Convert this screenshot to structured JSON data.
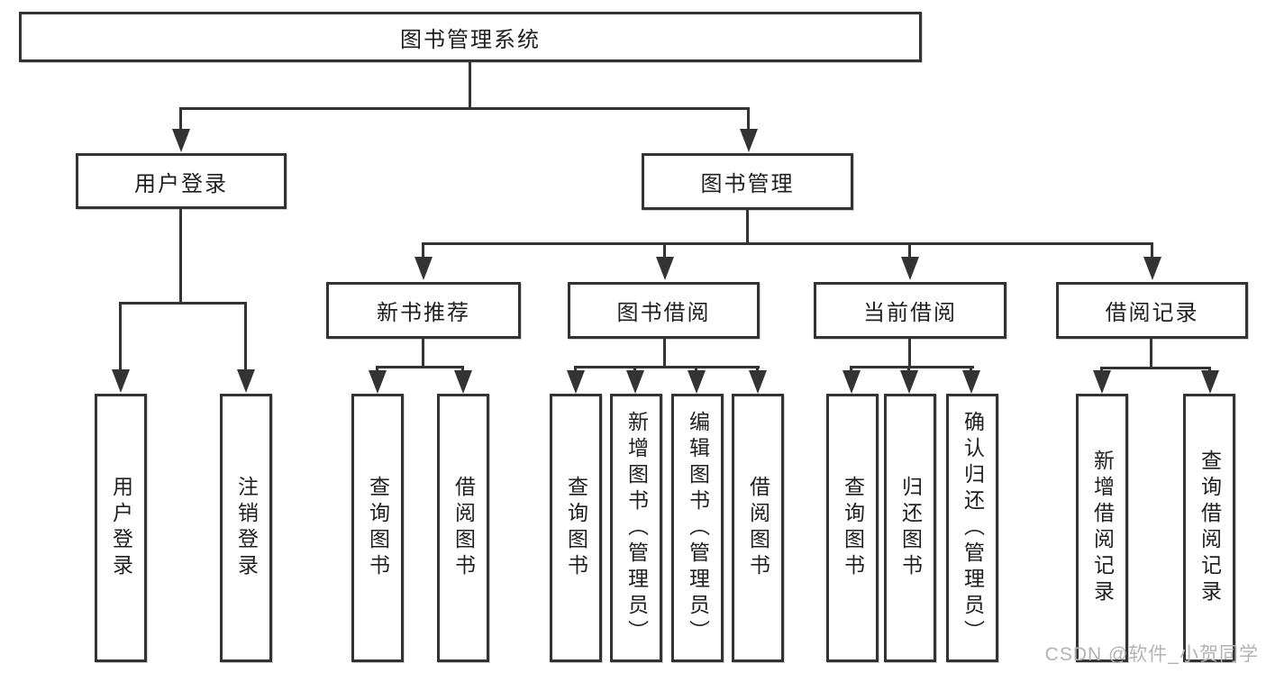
{
  "diagram": {
    "title": "图书管理系统",
    "watermark": "CSDN @软件_小贺同学",
    "colors": {
      "line": "#333333",
      "text": "#1f1f1f",
      "watermark": "#b3b3b3",
      "background": "#ffffff"
    },
    "nodes": {
      "root": {
        "label": "图书管理系统"
      },
      "user_login": {
        "label": "用户登录"
      },
      "book_mgmt": {
        "label": "图书管理"
      },
      "new_book_rec": {
        "label": "新书推荐"
      },
      "book_borrow": {
        "label": "图书借阅"
      },
      "current_borrow": {
        "label": "当前借阅"
      },
      "borrow_records": {
        "label": "借阅记录"
      },
      "leaf_user_login": {
        "label": "用户登录"
      },
      "leaf_logout": {
        "label": "注销登录"
      },
      "leaf_query_book_rec": {
        "label": "查询图书"
      },
      "leaf_borrow_book_rec": {
        "label": "借阅图书"
      },
      "leaf_query_book_borrow": {
        "label": "查询图书"
      },
      "leaf_add_book_admin": {
        "label": "新增图书（管理员）"
      },
      "leaf_edit_book_admin": {
        "label": "编辑图书（管理员）"
      },
      "leaf_borrow_book_borrow": {
        "label": "借阅图书"
      },
      "leaf_query_book_current": {
        "label": "查询图书"
      },
      "leaf_return_book": {
        "label": "归还图书"
      },
      "leaf_confirm_return_admin": {
        "label": "确认归还（管理员）"
      },
      "leaf_add_borrow_record": {
        "label": "新增借阅记录"
      },
      "leaf_query_borrow_record": {
        "label": "查询借阅记录"
      }
    }
  }
}
